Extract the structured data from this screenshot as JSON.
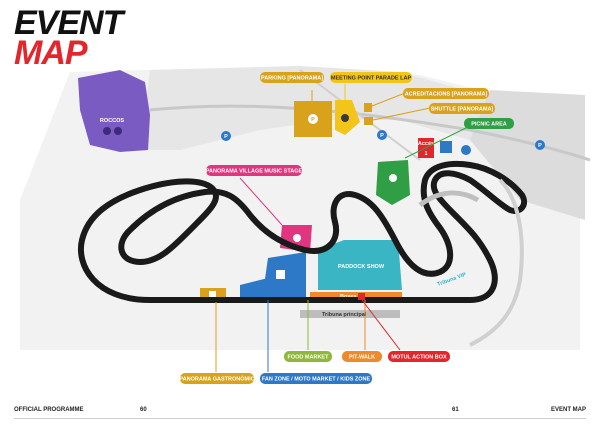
{
  "title": {
    "line1": "EVENT",
    "line2": "MAP"
  },
  "labels": {
    "parking": "PARKING [PANORAMA]",
    "meeting_point": "MEETING POINT PARADE LAP",
    "accreditations": "ACREDITACIONS [PANORAMA]",
    "shuttle": "SHUTTLE [PANORAMA]",
    "picnic": "PICNIC AREA",
    "music_stage": "PANORAMA VILLAGE MUSIC STAGE",
    "paddock_show": "PADDOCK SHOW",
    "boxes": "Boxes",
    "tribuna": "Tribuna principal",
    "tribuna_vip": "Tribuna VIP",
    "food_market": "FOOD MARKET",
    "pit_walk": "PIT-WALK",
    "motul": "MOTUL ACTION BOX",
    "gastronomic": "PANORAMA GASTRONÒMIC",
    "fan_zone": "FAN ZONE / MOTO MARKET / KIDS ZONE",
    "roccos": "ROCCOS",
    "acces": "Accés",
    "acces_num": "1"
  },
  "footer": {
    "left": "OFFICIAL PROGRAMME",
    "page_left": "60",
    "page_right": "61",
    "right": "EVENT MAP"
  },
  "colors": {
    "accent_red": "#e3262b",
    "yellow": "#f2c518",
    "ochre": "#d9a21b",
    "green": "#2f9e44",
    "pink": "#e0367f",
    "teal": "#39b5c3",
    "blue": "#2d79c7",
    "purple": "#7a5bc1",
    "orange": "#ef8a2b",
    "lime": "#8fb83a",
    "track": "#1a1a1a"
  }
}
